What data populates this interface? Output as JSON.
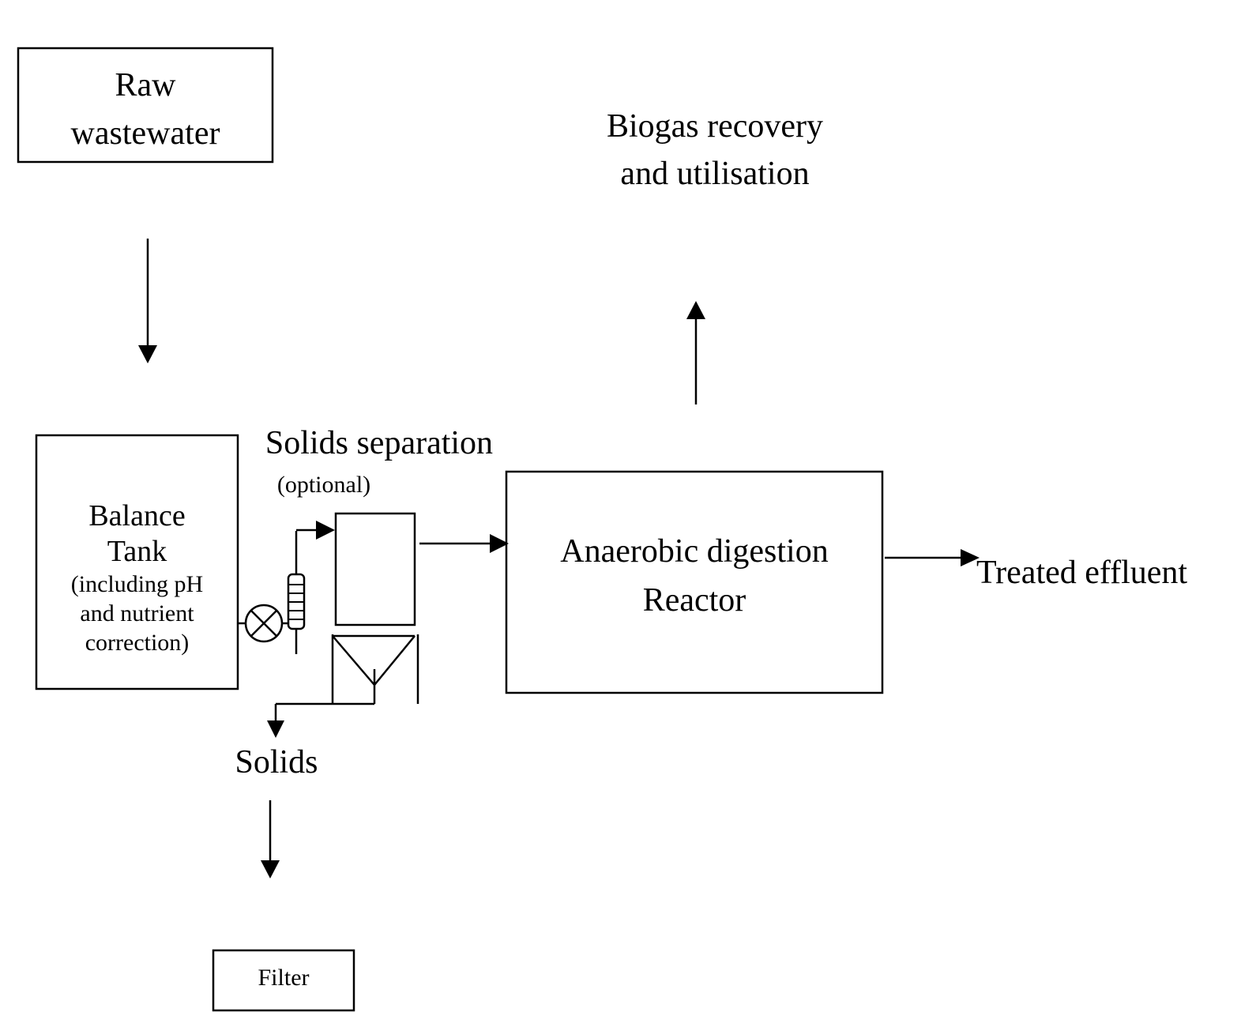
{
  "nodes": {
    "raw_wastewater": {
      "line1": "Raw",
      "line2": "wastewater"
    },
    "biogas": {
      "line1": "Biogas recovery",
      "line2": "and utilisation"
    },
    "solids_separation": {
      "title": "Solids separation",
      "note": "(optional)"
    },
    "balance_tank": {
      "line1": "Balance",
      "line2": "Tank",
      "line3": "(including pH",
      "line4": "and nutrient",
      "line5": "correction)"
    },
    "reactor": {
      "line1": "Anaerobic digestion",
      "line2": "Reactor"
    },
    "treated_effluent": {
      "label": "Treated effluent"
    },
    "solids": {
      "label": "Solids"
    },
    "filter": {
      "label": "Filter"
    }
  },
  "colors": {
    "stroke": "#000000",
    "background": "#ffffff"
  }
}
